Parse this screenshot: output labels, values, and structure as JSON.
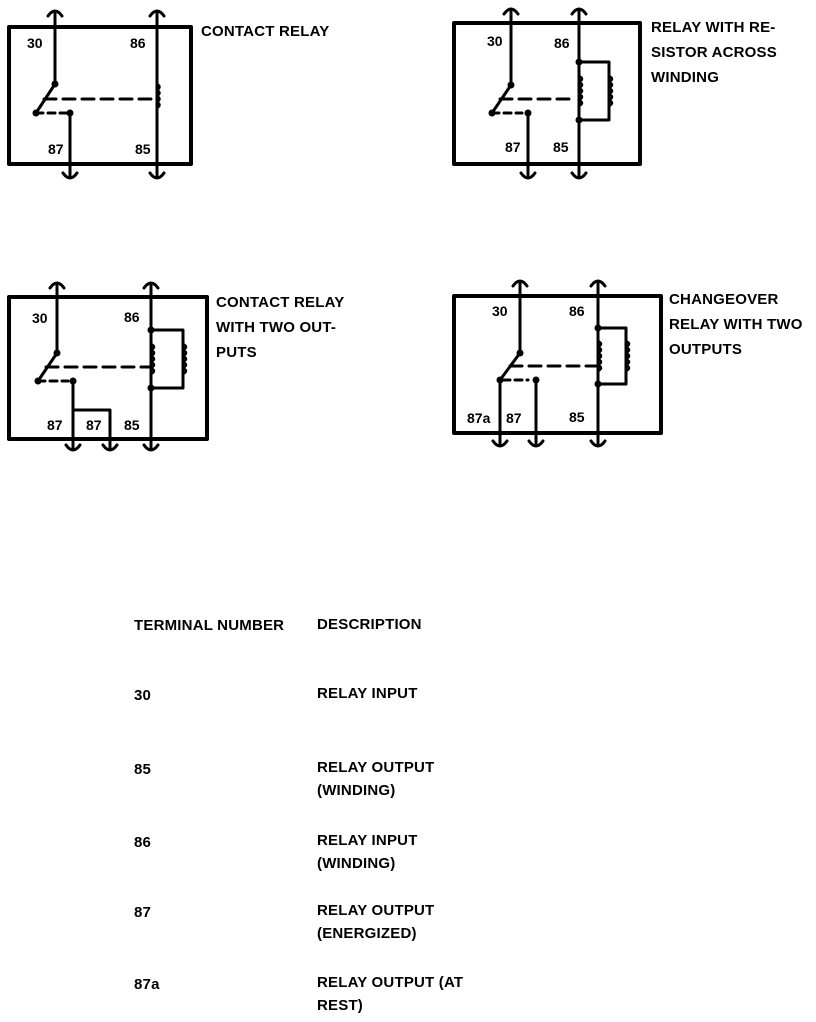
{
  "relays": [
    {
      "caption": [
        "CONTACT RELAY"
      ],
      "terminals": [
        "30",
        "86",
        "87",
        "85"
      ]
    },
    {
      "caption": [
        "RELAY WITH RE-",
        "SISTOR ACROSS",
        "WINDING"
      ],
      "terminals": [
        "30",
        "86",
        "87",
        "85"
      ]
    },
    {
      "caption": [
        "CONTACT RELAY",
        "WITH TWO OUT-",
        "PUTS"
      ],
      "terminals": [
        "30",
        "86",
        "87",
        "87",
        "85"
      ]
    },
    {
      "caption": [
        "CHANGEOVER",
        "RELAY WITH TWO",
        "OUTPUTS"
      ],
      "terminals": [
        "30",
        "86",
        "87a",
        "87",
        "85"
      ]
    }
  ],
  "table": {
    "header": {
      "terminal": "TERMINAL NUMBER",
      "description": "DESCRIPTION"
    },
    "rows": [
      {
        "terminal": "30",
        "description": [
          "RELAY INPUT"
        ]
      },
      {
        "terminal": "85",
        "description": [
          "RELAY OUTPUT",
          "(WINDING)"
        ]
      },
      {
        "terminal": "86",
        "description": [
          "RELAY INPUT",
          "(WINDING)"
        ]
      },
      {
        "terminal": "87",
        "description": [
          "RELAY OUTPUT",
          "(ENERGIZED)"
        ]
      },
      {
        "terminal": "87a",
        "description": [
          "RELAY OUTPUT (AT",
          "REST)"
        ]
      }
    ]
  }
}
